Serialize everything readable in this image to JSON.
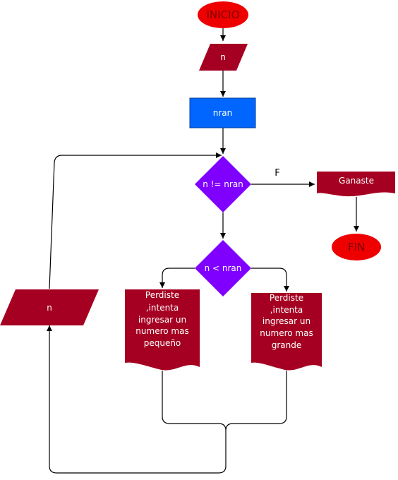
{
  "diagram": {
    "start": "INICIO",
    "input_n_top": "n",
    "process": "nran",
    "decision_ne": "n != nran",
    "decision_ne_display": "n != nran",
    "branch_false": "F",
    "win_output": "Ganaste",
    "end": "FIN",
    "decision_lt": "n <  nran",
    "lose_small_lines": [
      "Perdiste",
      ",intenta",
      "ingresar un",
      "numero mas",
      "pequeño"
    ],
    "lose_big_lines": [
      "Perdiste",
      ",intenta",
      "ingresar un",
      "numero mas",
      "grande"
    ],
    "input_n_loop": "n"
  },
  "colors": {
    "terminal": "#ee0000",
    "io": "#a50021",
    "process": "#0066ff",
    "decision": "#7f00ff",
    "line": "#000000"
  }
}
